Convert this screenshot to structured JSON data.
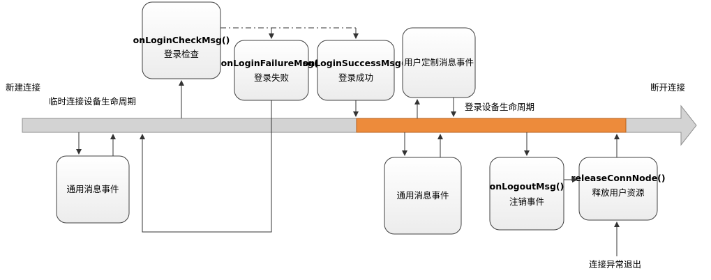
{
  "labels": {
    "new_connection": "新建连接",
    "temp_lifecycle": "临时连接设备生命周期",
    "login_lifecycle": "登录设备生命周期",
    "disconnect": "断开连接",
    "abnormal_exit": "连接异常退出"
  },
  "boxes": {
    "login_check": {
      "title": "onLoginCheckMsg()",
      "sub": "登录检查"
    },
    "login_failure": {
      "title": "onLoginFailureMsg()",
      "sub": "登录失败"
    },
    "login_success": {
      "title": "onLoginSuccessMsg()",
      "sub": "登录成功"
    },
    "user_custom": {
      "title": "",
      "sub": "用户定制消息事件"
    },
    "generic_msg_1": {
      "title": "",
      "sub": "通用消息事件"
    },
    "generic_msg_2": {
      "title": "",
      "sub": "通用消息事件"
    },
    "logout": {
      "title": "onLogoutMsg()",
      "sub": "注销事件"
    },
    "release": {
      "title": "releaseConnNode()",
      "sub": "释放用户资源"
    }
  },
  "colors": {
    "timeline_gray": "#d3d3d3",
    "timeline_orange": "#ed8b3b",
    "box_fill": "#f4f4f4",
    "stroke": "#404040"
  }
}
